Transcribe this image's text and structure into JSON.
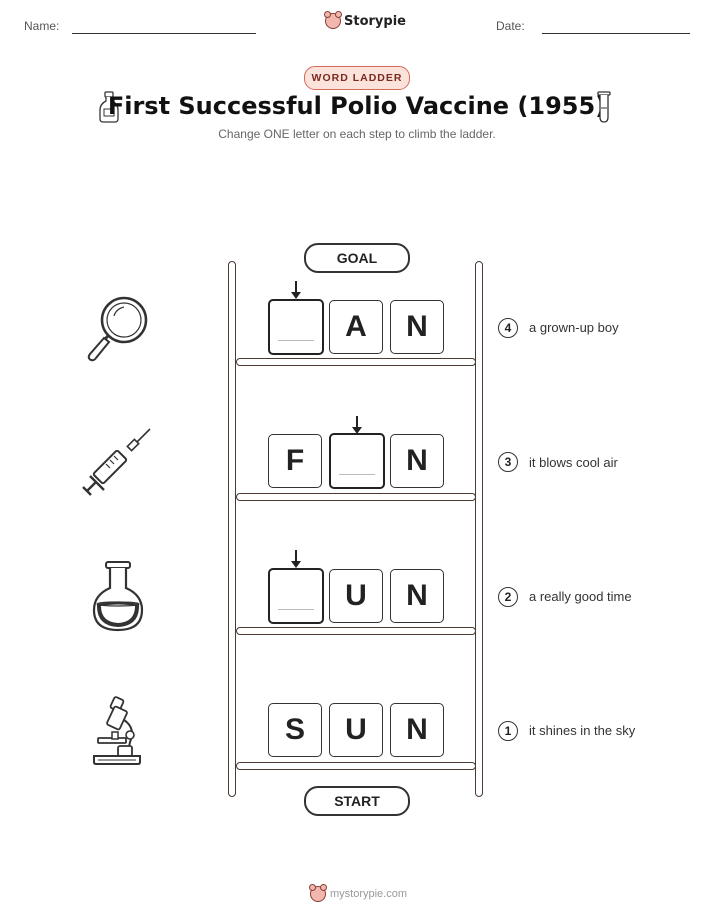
{
  "header": {
    "name_label": "Name:",
    "date_label": "Date:",
    "brand": "Storypie"
  },
  "badge": "WORD LADDER",
  "title": "First Successful Polio Vaccine (1955)",
  "subtitle": "Change ONE letter on each step to climb the ladder.",
  "goal_label": "GOAL",
  "start_label": "START",
  "rows": [
    {
      "step": "4",
      "letters": [
        "",
        "A",
        "N"
      ],
      "clue": "a grown-up boy",
      "icon": "magnifying-glass-icon"
    },
    {
      "step": "3",
      "letters": [
        "F",
        "",
        "N"
      ],
      "clue": "it blows cool air",
      "icon": "syringe-icon"
    },
    {
      "step": "2",
      "letters": [
        "",
        "U",
        "N"
      ],
      "clue": "a really good time",
      "icon": "flask-icon"
    },
    {
      "step": "1",
      "letters": [
        "S",
        "U",
        "N"
      ],
      "clue": "it shines in the sky",
      "icon": "microscope-icon"
    }
  ],
  "footer": "mystorypie.com"
}
